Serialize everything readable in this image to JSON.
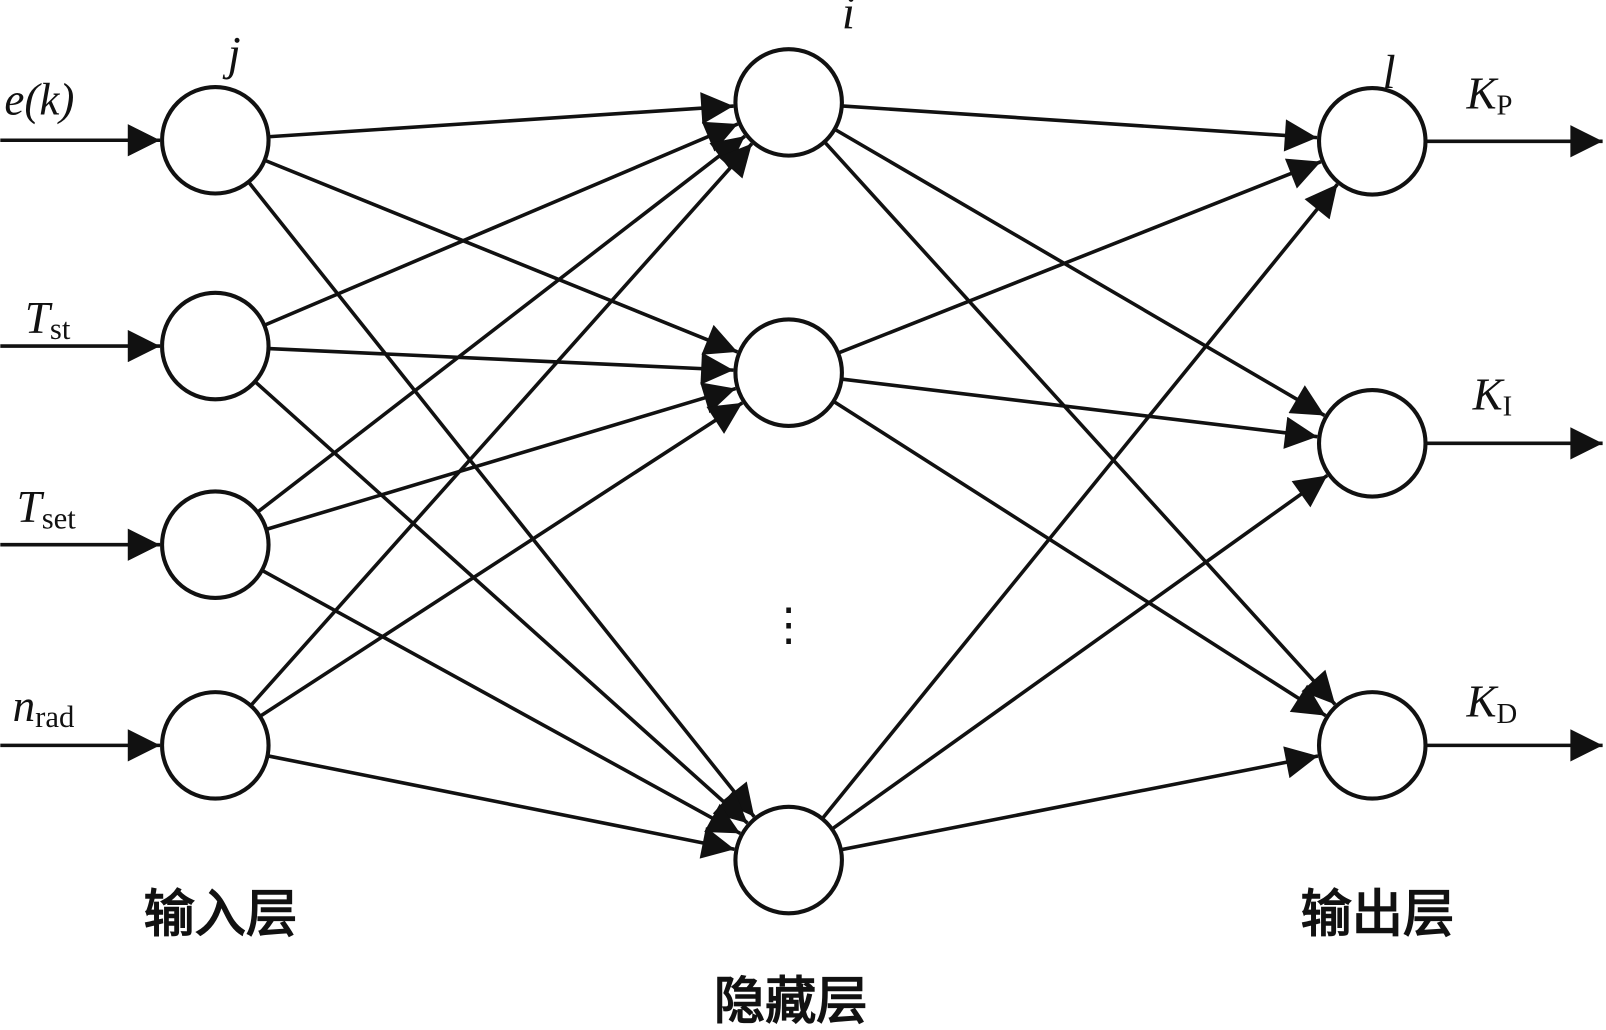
{
  "layers": {
    "input": {
      "label": "输入层",
      "index_symbol": "j",
      "inputs": [
        {
          "main": "e(k)",
          "sub": ""
        },
        {
          "main": "T",
          "sub": "st"
        },
        {
          "main": "T",
          "sub": "set"
        },
        {
          "main": "n",
          "sub": "rad"
        }
      ]
    },
    "hidden": {
      "label": "隐藏层",
      "index_symbol": "i",
      "visible_nodes": 3,
      "ellipsis": "⋮"
    },
    "output": {
      "label": "输出层",
      "index_symbol": "l",
      "outputs": [
        {
          "main": "K",
          "sub": "P"
        },
        {
          "main": "K",
          "sub": "I"
        },
        {
          "main": "K",
          "sub": "D"
        }
      ]
    }
  },
  "colors": {
    "stroke": "#111111",
    "background": "#ffffff"
  }
}
